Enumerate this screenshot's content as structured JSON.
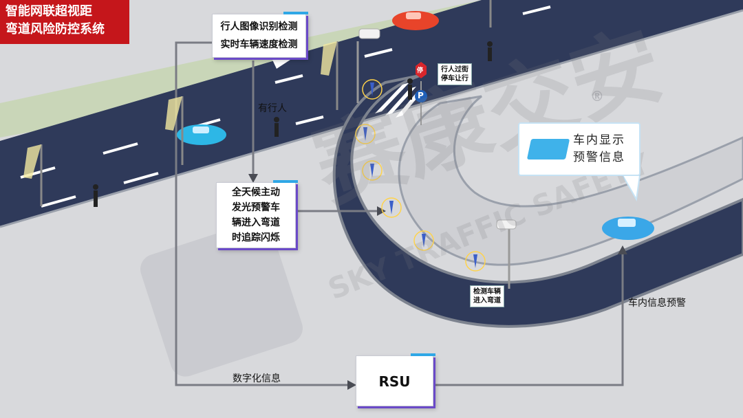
{
  "title": {
    "line1": "智能网联超视距",
    "line2": "弯道风险防控系统"
  },
  "detect_box": {
    "line1": "行人图像识别检测",
    "line2": "实时车辆速度检测"
  },
  "warning_box": {
    "line1": "全天候主动",
    "line2": "发光预警车",
    "line3": "辆进入弯道",
    "line4": "时追踪闪烁"
  },
  "rsu_box": {
    "label": "RSU"
  },
  "display_box": {
    "line1": "车内显示",
    "line2": "预警信息"
  },
  "labels": {
    "pedestrian": "有行人",
    "digital_info": "数字化信息",
    "in_vehicle_warning": "车内信息预警"
  },
  "signs": {
    "pedestrian_sign": {
      "line1": "行人过街",
      "line2": "停车让行"
    },
    "detect_vehicle": {
      "line1": "检测车辆",
      "line2": "进入弯道"
    },
    "stop_glyph": "停",
    "parking_glyph": "P"
  },
  "watermark": {
    "cn": "赛康交安",
    "en": "SKY TRAFFIC SAFETY",
    "mark": "®"
  },
  "colors": {
    "road": "#2f3a5a",
    "ground": "#d8d9dc",
    "title_red": "#c5161b",
    "accent_blue": "#2fa7e6",
    "box_shadow_purple": "#6a49c8",
    "flow_line": "#7a7c84"
  }
}
